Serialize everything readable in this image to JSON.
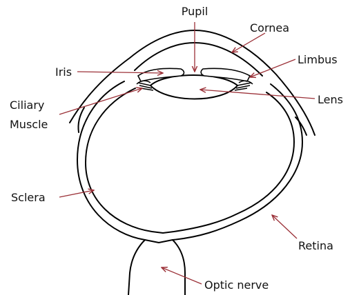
{
  "diagram": {
    "labels": {
      "pupil": "Pupil",
      "cornea": "Cornea",
      "limbus": "Limbus",
      "iris": "Iris",
      "lens": "Lens",
      "ciliary_line1": "Ciliary",
      "ciliary_line2": "Muscle",
      "sclera": "Sclera",
      "retina": "Retina",
      "optic_nerve": "Optic nerve"
    },
    "colors": {
      "arrow": "#9b3037",
      "outline": "#000000",
      "background": "#ffffff"
    }
  }
}
